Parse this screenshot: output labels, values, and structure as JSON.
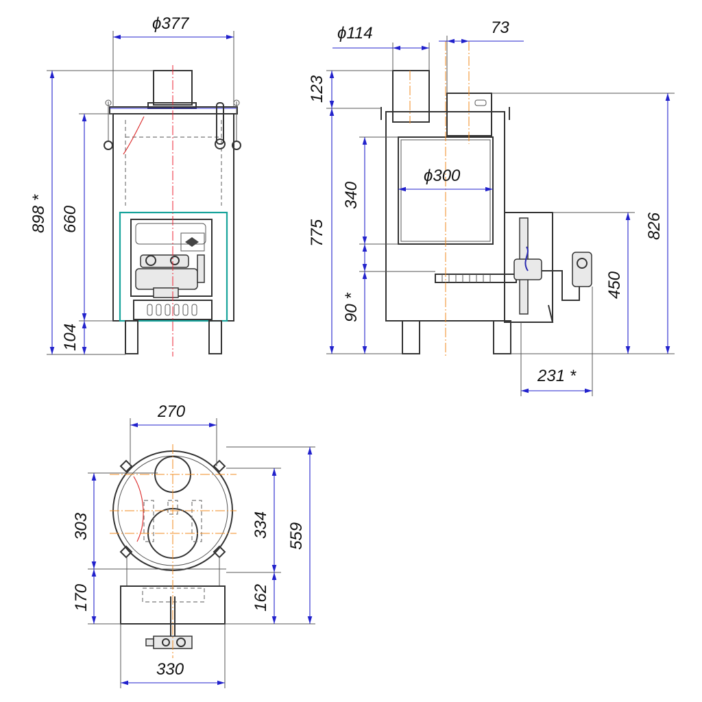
{
  "dimensions": {
    "front": {
      "top_diameter": "ϕ377",
      "total_height": "898 *",
      "body_height": "660",
      "leg_height": "104"
    },
    "side": {
      "flue_diameter": "ϕ114",
      "flue_offset": "73",
      "flue_height": "123",
      "door_height": "340",
      "door_diameter": "ϕ300",
      "firebox_height": "775",
      "base_offset": "90 *",
      "overall_height": "826",
      "burner_height": "450",
      "burner_projection": "231 *"
    },
    "top": {
      "width_top": "270",
      "center_offset": "303",
      "front_depth": "170",
      "inner_depth": "334",
      "lower_depth": "162",
      "total_depth": "559",
      "width_bottom": "330"
    }
  }
}
